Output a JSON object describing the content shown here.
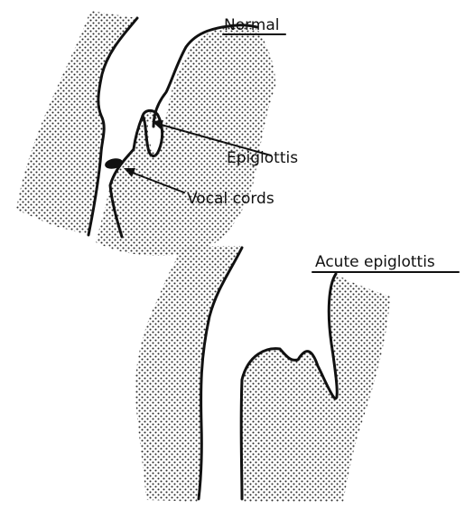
{
  "diagrams": {
    "normal": {
      "title": "Normal",
      "labels": {
        "epiglottis": "Epiglottis",
        "vocal_cords": "Vocal cords"
      }
    },
    "acute": {
      "title": "Acute epiglottis"
    }
  },
  "colors": {
    "ink": "#111111",
    "stipple": "#2b2b2b",
    "background": "#ffffff"
  }
}
